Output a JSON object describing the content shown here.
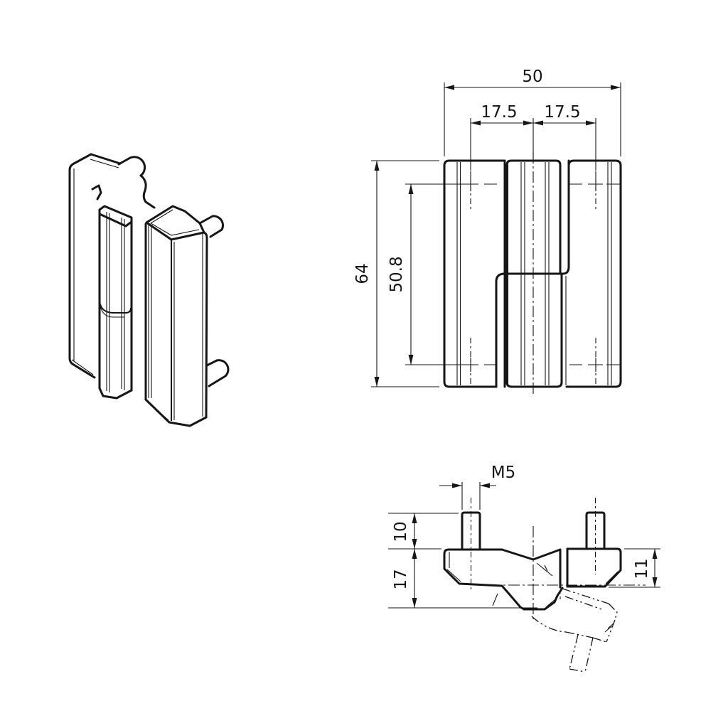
{
  "colors": {
    "line": "#161616",
    "background": "#ffffff"
  },
  "front_view": {
    "dim_width": "50",
    "dim_pitch_left": "17.5",
    "dim_pitch_right": "17.5",
    "dim_height": "64",
    "dim_hole_spacing": "50.8"
  },
  "top_view": {
    "dim_thread": "M5",
    "dim_stud_length": "10",
    "dim_body_depth": "17",
    "dim_leaf_depth": "11"
  }
}
